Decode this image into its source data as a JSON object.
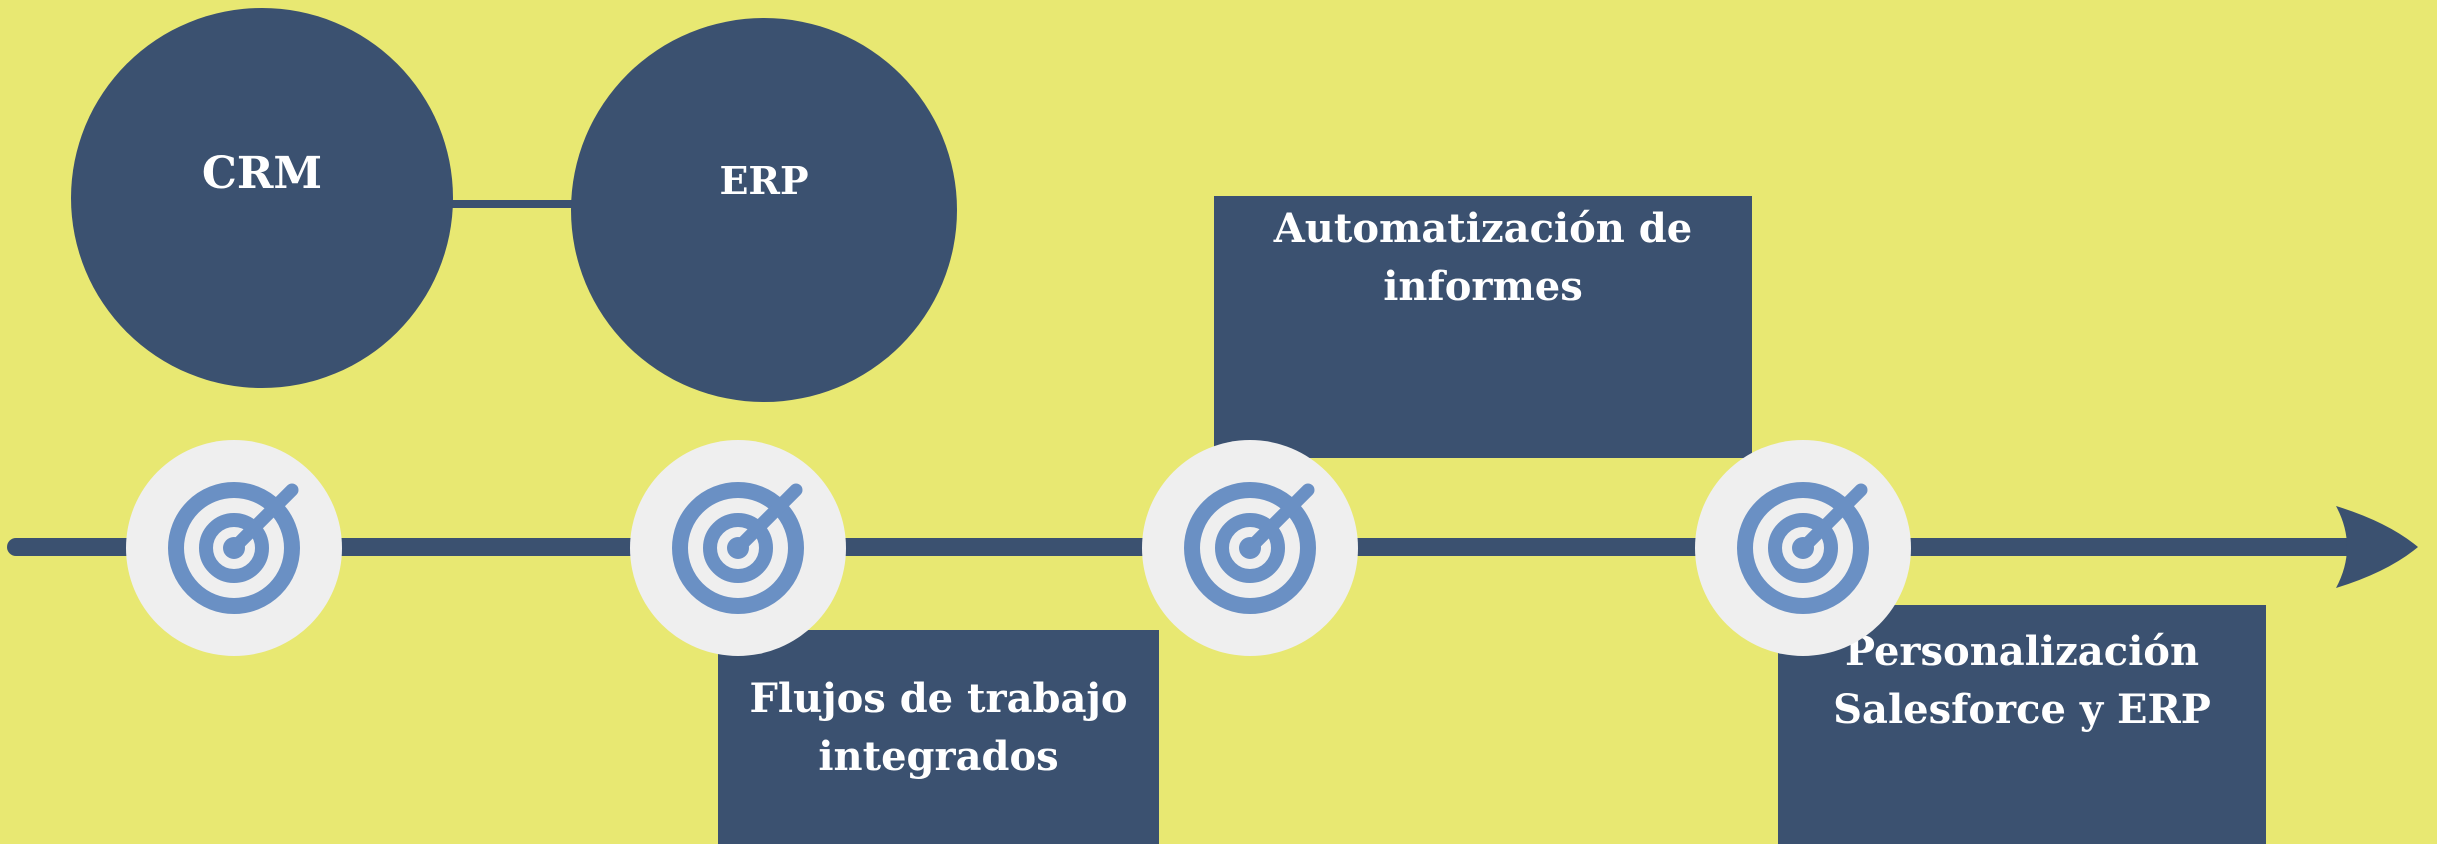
{
  "colors": {
    "background": "#e8e872",
    "node": "#3b5170",
    "target_disc": "#efefef",
    "target_icon": "#6a90c4"
  },
  "circles": {
    "crm": "CRM",
    "erp": "ERP"
  },
  "boxes": {
    "informes": [
      "Automatización de",
      "informes"
    ],
    "flujos": [
      "Flujos de trabajo",
      "integrados"
    ],
    "personalizacion": [
      "Personalización",
      "Salesforce y ERP"
    ]
  },
  "milestones": [
    "target-icon",
    "target-icon",
    "target-icon",
    "target-icon"
  ]
}
